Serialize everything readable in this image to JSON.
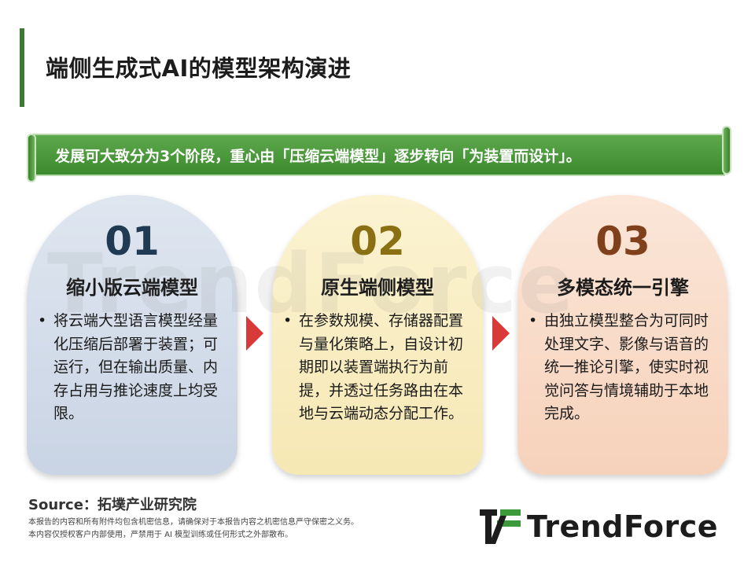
{
  "title": "端侧生成式AI的模型架构演进",
  "banner": "发展可大致分为3个阶段，重心由「压缩云端模型」逐步转向「为装置而设计」。",
  "watermark": "TrendForce",
  "stages": [
    {
      "number": "01",
      "heading": "缩小版云端模型",
      "bullet": "•",
      "text": "将云端大型语言模型经量化压缩后部署于装置；可运行，但在输出质量、内存占用与推论速度上均受限。"
    },
    {
      "number": "02",
      "heading": "原生端侧模型",
      "bullet": "•",
      "text": "在参数规模、存储器配置与量化策略上，自设计初期即以装置端执行为前提，并透过任务路由在本地与云端动态分配工作。"
    },
    {
      "number": "03",
      "heading": "多模态统一引擎",
      "bullet": "•",
      "text": "由独立模型整合为可同时处理文字、影像与语音的统一推论引擎，使实时视觉问答与情境辅助于本地完成。"
    }
  ],
  "source": "Source：拓墣产业研究院",
  "disclaimer": [
    "本报告的内容和所有附件均包含机密信息，请确保对于本报告内容之机密信息严守保密之义务。",
    "本内容仅授权客户内部使用，严禁用于 AI 模型训练或任何形式之外部散布。"
  ],
  "logo_text": "TrendForce",
  "colors": {
    "accent_green": "#3d7a33",
    "arrow_red": "#d83a3a"
  }
}
